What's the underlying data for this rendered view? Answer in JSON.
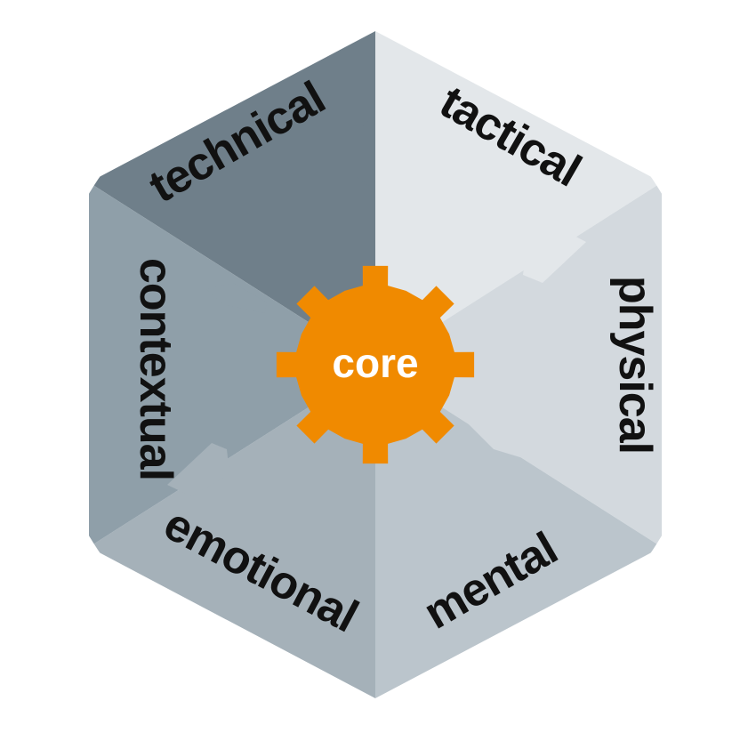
{
  "diagram": {
    "core": {
      "label": "core",
      "color": "#F08A00"
    },
    "segments": [
      {
        "id": "technical",
        "label": "technical",
        "color": "#6F7F8A"
      },
      {
        "id": "tactical",
        "label": "tactical",
        "color": "#E3E7EA"
      },
      {
        "id": "physical",
        "label": "physical",
        "color": "#D3D9DE"
      },
      {
        "id": "mental",
        "label": "mental",
        "color": "#BBC5CC"
      },
      {
        "id": "emotional",
        "label": "emotional",
        "color": "#A5B1B9"
      },
      {
        "id": "contextual",
        "label": "contextual",
        "color": "#8F9FA9"
      }
    ]
  }
}
